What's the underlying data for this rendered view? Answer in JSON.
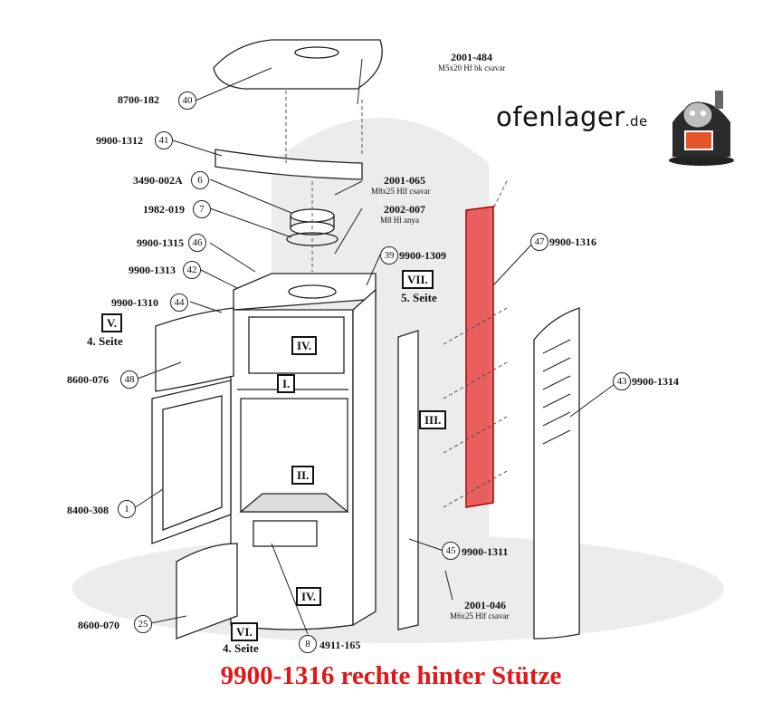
{
  "logo": {
    "name": "ofenlager",
    "suffix": ".de",
    "icon": "oven-mascot-icon"
  },
  "caption": "9900-1316 rechte hinter Stütze",
  "highlight_color": "#e53030",
  "caption_color": "#e01818",
  "parts": [
    {
      "code": "8700-182",
      "num": "40"
    },
    {
      "code": "9900-1312",
      "num": "41"
    },
    {
      "code": "3490-002A",
      "num": "6"
    },
    {
      "code": "1982-019",
      "num": "7"
    },
    {
      "code": "9900-1315",
      "num": "46"
    },
    {
      "code": "9900-1313",
      "num": "42"
    },
    {
      "code": "9900-1310",
      "num": "44"
    },
    {
      "code": "8600-076",
      "num": "48"
    },
    {
      "code": "8400-308",
      "num": "1"
    },
    {
      "code": "8600-070",
      "num": "25"
    },
    {
      "code": "4911-165",
      "num": "8"
    },
    {
      "code": "9900-1311",
      "num": "45"
    },
    {
      "code": "9900-1314",
      "num": "43"
    },
    {
      "code": "9900-1316",
      "num": "47"
    },
    {
      "code": "9900-1309",
      "num": "39"
    }
  ],
  "fasteners": [
    {
      "code": "2001-484",
      "desc": "M5x20 Hf bk csavar"
    },
    {
      "code": "2001-065",
      "desc": "M8x25 Hlf csavar"
    },
    {
      "code": "2002-007",
      "desc": "M8 Hl anya"
    },
    {
      "code": "2001-046",
      "desc": "M6x25 Hlf csavar"
    }
  ],
  "roman": [
    "I.",
    "II.",
    "III.",
    "IV.",
    "IV.",
    "V.",
    "VI.",
    "VII."
  ],
  "sides": [
    "4. Seite",
    "4. Seite",
    "5. Seite"
  ]
}
